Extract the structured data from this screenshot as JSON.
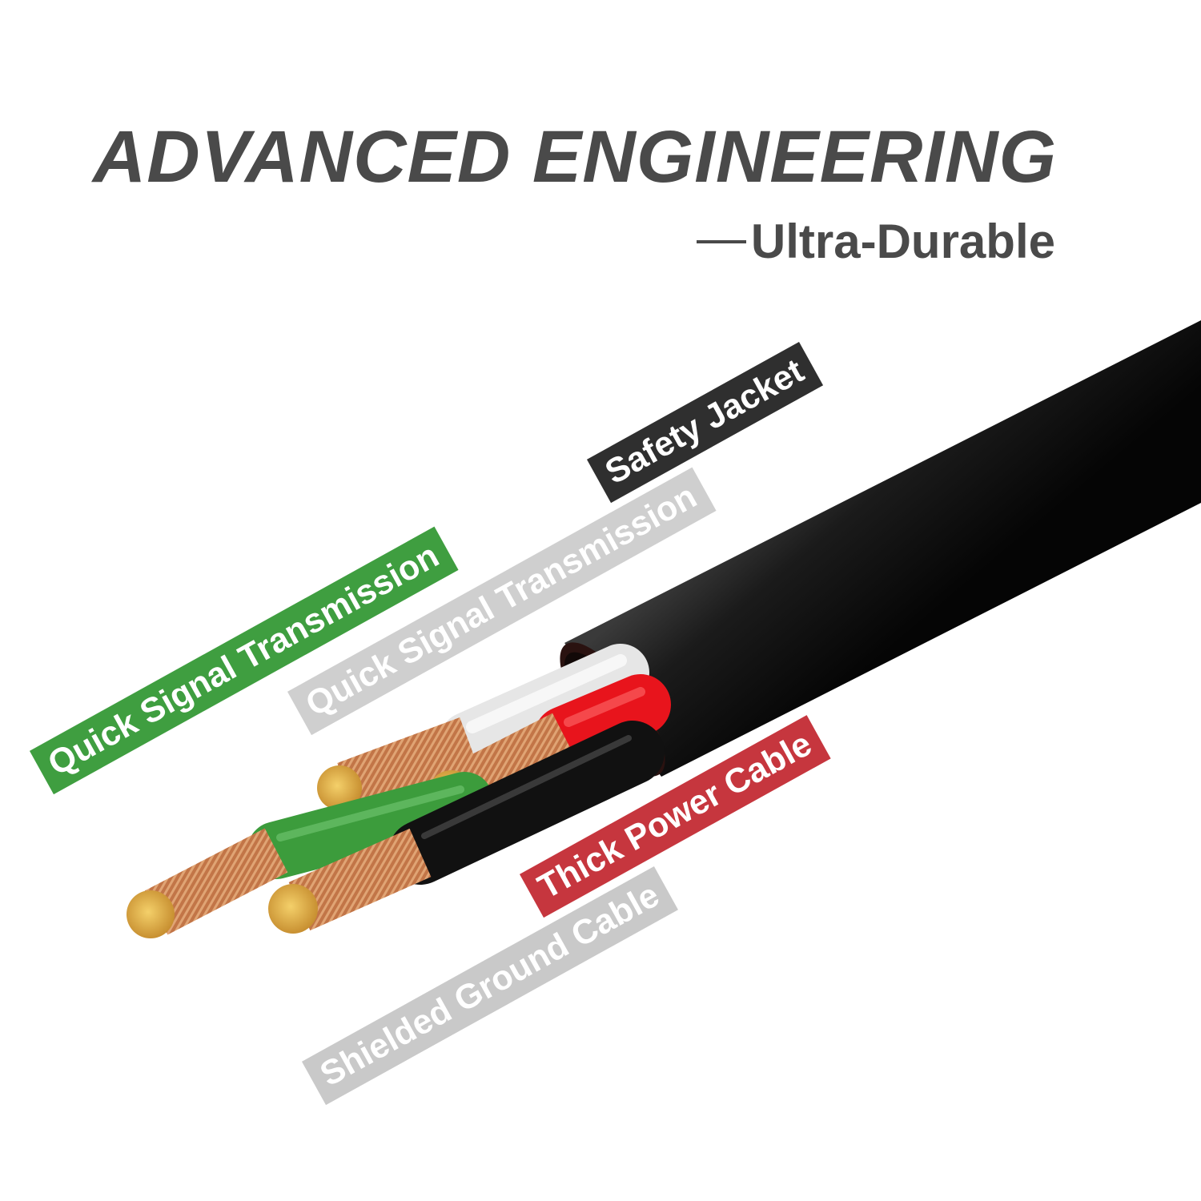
{
  "header": {
    "title": "ADVANCED ENGINEERING",
    "subtitle": "Ultra-Durable"
  },
  "labels": {
    "safety_jacket": "Safety Jacket",
    "signal_white": "Quick Signal Transmission",
    "signal_green": "Quick Signal Transmission",
    "power_cable": "Thick Power Cable",
    "ground_cable": "Shielded Ground Cable"
  },
  "colors": {
    "jacket": "#1a1a1a",
    "white_wire": "#e6e6e6",
    "red_wire": "#e8141c",
    "green_wire": "#3c9c3c",
    "black_wire": "#111111",
    "copper": "#c87c4e",
    "tag_safety": "#2f2f2f",
    "tag_white": "#cfcfcf",
    "tag_green": "#3f9e40",
    "tag_power": "#c6363e",
    "tag_ground": "#c9c9c9"
  }
}
